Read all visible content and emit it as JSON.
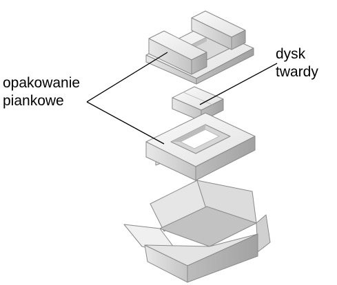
{
  "labels": {
    "foam_packaging": {
      "line1": "opakowanie",
      "line2": "piankowe"
    },
    "hard_drive": {
      "line1": "dysk",
      "line2": "twardy"
    }
  },
  "colors": {
    "foam_top": "#f2f2f2",
    "foam_side": "#c9c9c9",
    "foam_dark": "#a8a8a8",
    "box_light": "#f4f4f4",
    "box_mid": "#d6d6d6",
    "box_dark": "#b8b8b8",
    "outline": "#8a8a8a",
    "leader": "#000000"
  }
}
